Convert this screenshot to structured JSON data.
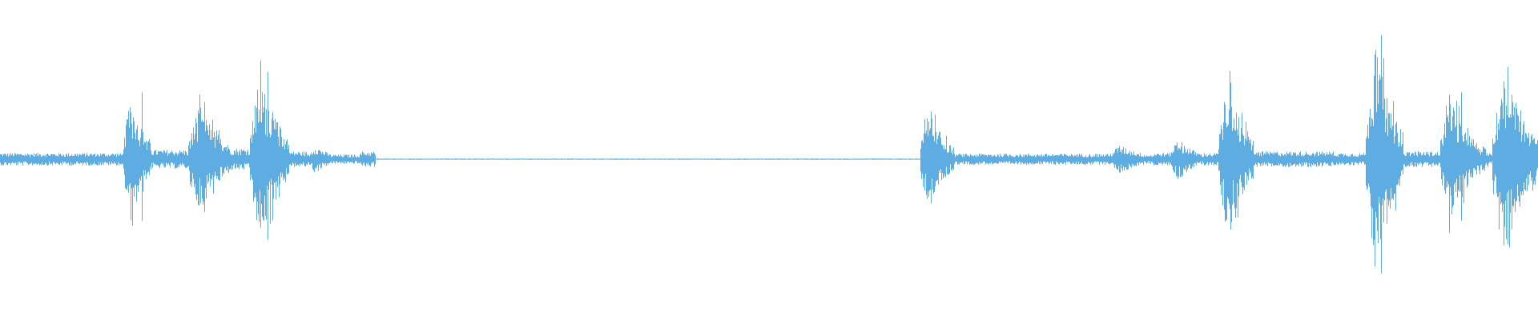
{
  "waveform": {
    "color": "#5dade2",
    "background": "#ffffff",
    "chart_data": {
      "type": "waveform",
      "amplitude_range": [
        -1,
        1
      ],
      "segments": [
        {
          "start": 0.0,
          "end": 0.08,
          "amp": 0.04
        },
        {
          "start": 0.08,
          "end": 0.098,
          "amp": 0.4
        },
        {
          "start": 0.098,
          "end": 0.122,
          "amp": 0.06
        },
        {
          "start": 0.122,
          "end": 0.15,
          "amp": 0.34
        },
        {
          "start": 0.15,
          "end": 0.162,
          "amp": 0.07
        },
        {
          "start": 0.162,
          "end": 0.188,
          "amp": 0.52
        },
        {
          "start": 0.188,
          "end": 0.2,
          "amp": 0.05
        },
        {
          "start": 0.2,
          "end": 0.218,
          "amp": 0.09
        },
        {
          "start": 0.218,
          "end": 0.234,
          "amp": 0.03
        },
        {
          "start": 0.234,
          "end": 0.244,
          "amp": 0.05
        },
        {
          "start": 0.244,
          "end": 0.598,
          "amp": 0.004
        },
        {
          "start": 0.598,
          "end": 0.62,
          "amp": 0.3
        },
        {
          "start": 0.62,
          "end": 0.72,
          "amp": 0.035
        },
        {
          "start": 0.72,
          "end": 0.75,
          "amp": 0.09
        },
        {
          "start": 0.75,
          "end": 0.76,
          "amp": 0.04
        },
        {
          "start": 0.76,
          "end": 0.782,
          "amp": 0.13
        },
        {
          "start": 0.782,
          "end": 0.792,
          "amp": 0.04
        },
        {
          "start": 0.792,
          "end": 0.815,
          "amp": 0.48
        },
        {
          "start": 0.815,
          "end": 0.868,
          "amp": 0.05
        },
        {
          "start": 0.868,
          "end": 0.888,
          "amp": 0.04
        },
        {
          "start": 0.888,
          "end": 0.912,
          "amp": 0.7
        },
        {
          "start": 0.912,
          "end": 0.936,
          "amp": 0.05
        },
        {
          "start": 0.936,
          "end": 0.962,
          "amp": 0.4
        },
        {
          "start": 0.962,
          "end": 0.97,
          "amp": 0.1
        },
        {
          "start": 0.97,
          "end": 1.0,
          "amp": 0.55
        }
      ],
      "peaks": [
        {
          "at": 0.092,
          "amp": 0.42
        },
        {
          "at": 0.133,
          "amp": 0.36
        },
        {
          "at": 0.174,
          "amp": 0.55
        },
        {
          "at": 0.605,
          "amp": 0.3
        },
        {
          "at": 0.8,
          "amp": 0.48
        },
        {
          "at": 0.898,
          "amp": 0.78
        },
        {
          "at": 0.95,
          "amp": 0.42
        },
        {
          "at": 0.98,
          "amp": 0.58
        }
      ]
    }
  }
}
